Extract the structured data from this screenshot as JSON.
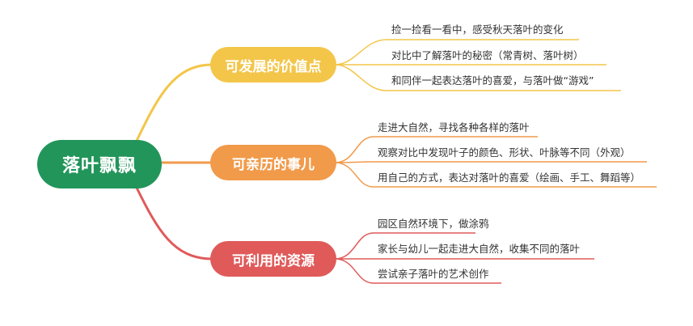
{
  "root": {
    "label": "落叶飘飘"
  },
  "colors": {
    "root": "#22955a",
    "branch1": "#f3c64a",
    "branch2": "#f19a4a",
    "branch3": "#e05a5a"
  },
  "branches": [
    {
      "label": "可发展的价值点",
      "leaves": [
        "捡一捡看一看中，感受秋天落叶的变化",
        "对比中了解落叶的秘密（常青树、落叶树）",
        "和同伴一起表达落叶的喜爱，与落叶做“游戏”"
      ]
    },
    {
      "label": "可亲历的事儿",
      "leaves": [
        "走进大自然，寻找各种各样的落叶",
        "观察对比中发现叶子的颜色、形状、叶脉等不同（外观）",
        "用自己的方式，表达对落叶的喜爱（绘画、手工、舞蹈等）"
      ]
    },
    {
      "label": "可利用的资源",
      "leaves": [
        "园区自然环境下，做涂鸦",
        "家长与幼儿一起走进大自然，收集不同的落叶",
        "尝试亲子落叶的艺术创作"
      ]
    }
  ]
}
